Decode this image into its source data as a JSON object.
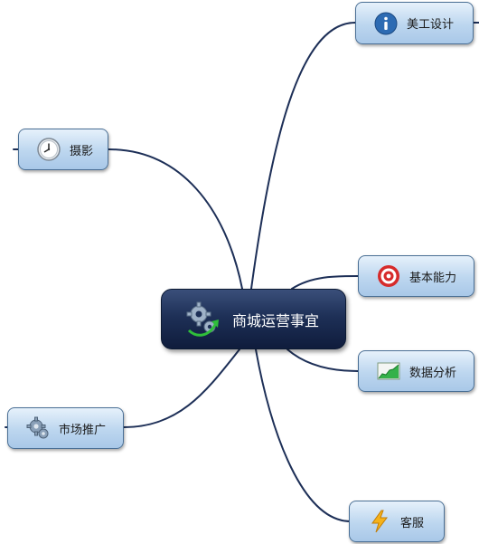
{
  "central": {
    "label": "商城运营事宜",
    "icon": "gears-arrow-icon"
  },
  "branches": [
    {
      "id": "design",
      "label": "美工设计",
      "icon": "info-icon"
    },
    {
      "id": "photo",
      "label": "摄影",
      "icon": "clock-icon"
    },
    {
      "id": "basic",
      "label": "基本能力",
      "icon": "target-icon"
    },
    {
      "id": "analysis",
      "label": "数据分析",
      "icon": "chart-icon"
    },
    {
      "id": "promotion",
      "label": "市场推广",
      "icon": "gear-icon"
    },
    {
      "id": "service",
      "label": "客服",
      "icon": "lightning-icon"
    }
  ],
  "colors": {
    "connector": "#1d2f57",
    "node_border": "#4a6f95",
    "central_bg": "#1e3057"
  }
}
